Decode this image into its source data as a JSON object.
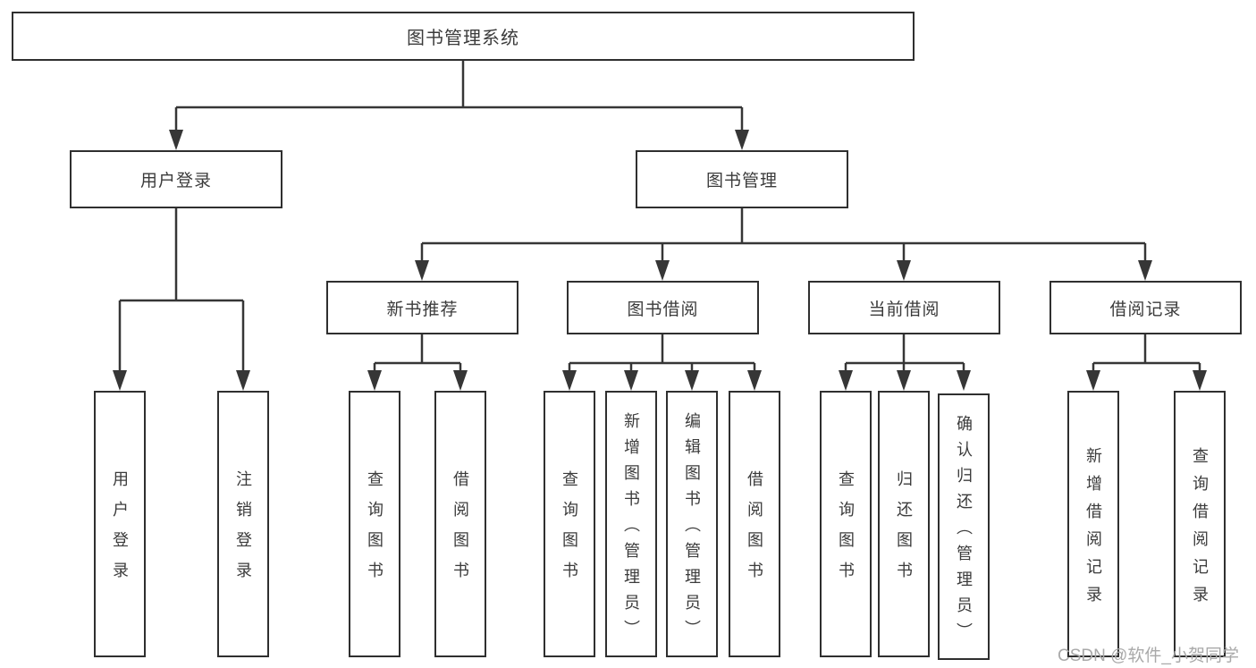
{
  "tree": {
    "root": {
      "label": "图书管理系统",
      "children": [
        {
          "label": "用户登录",
          "children": [
            {
              "label": "用户登录"
            },
            {
              "label": "注销登录"
            }
          ]
        },
        {
          "label": "图书管理",
          "children": [
            {
              "label": "新书推荐",
              "children": [
                {
                  "label": "查询图书"
                },
                {
                  "label": "借阅图书"
                }
              ]
            },
            {
              "label": "图书借阅",
              "children": [
                {
                  "label": "查询图书"
                },
                {
                  "label": "新增图书（管理员）"
                },
                {
                  "label": "编辑图书（管理员）"
                },
                {
                  "label": "借阅图书"
                }
              ]
            },
            {
              "label": "当前借阅",
              "children": [
                {
                  "label": "查询图书"
                },
                {
                  "label": "归还图书"
                },
                {
                  "label": "确认归还（管理员）"
                }
              ]
            },
            {
              "label": "借阅记录",
              "children": [
                {
                  "label": "新增借阅记录"
                },
                {
                  "label": "查询借阅记录"
                }
              ]
            }
          ]
        }
      ]
    }
  },
  "watermark": {
    "text": "CSDN @软件_小贺同学"
  },
  "colors": {
    "line": "#363636",
    "box_border": "#2f2f2f",
    "box_background": "#ffffff",
    "text": "#3b3b3b",
    "watermark": "#a9a9a9",
    "page_background": "#ffffff"
  }
}
